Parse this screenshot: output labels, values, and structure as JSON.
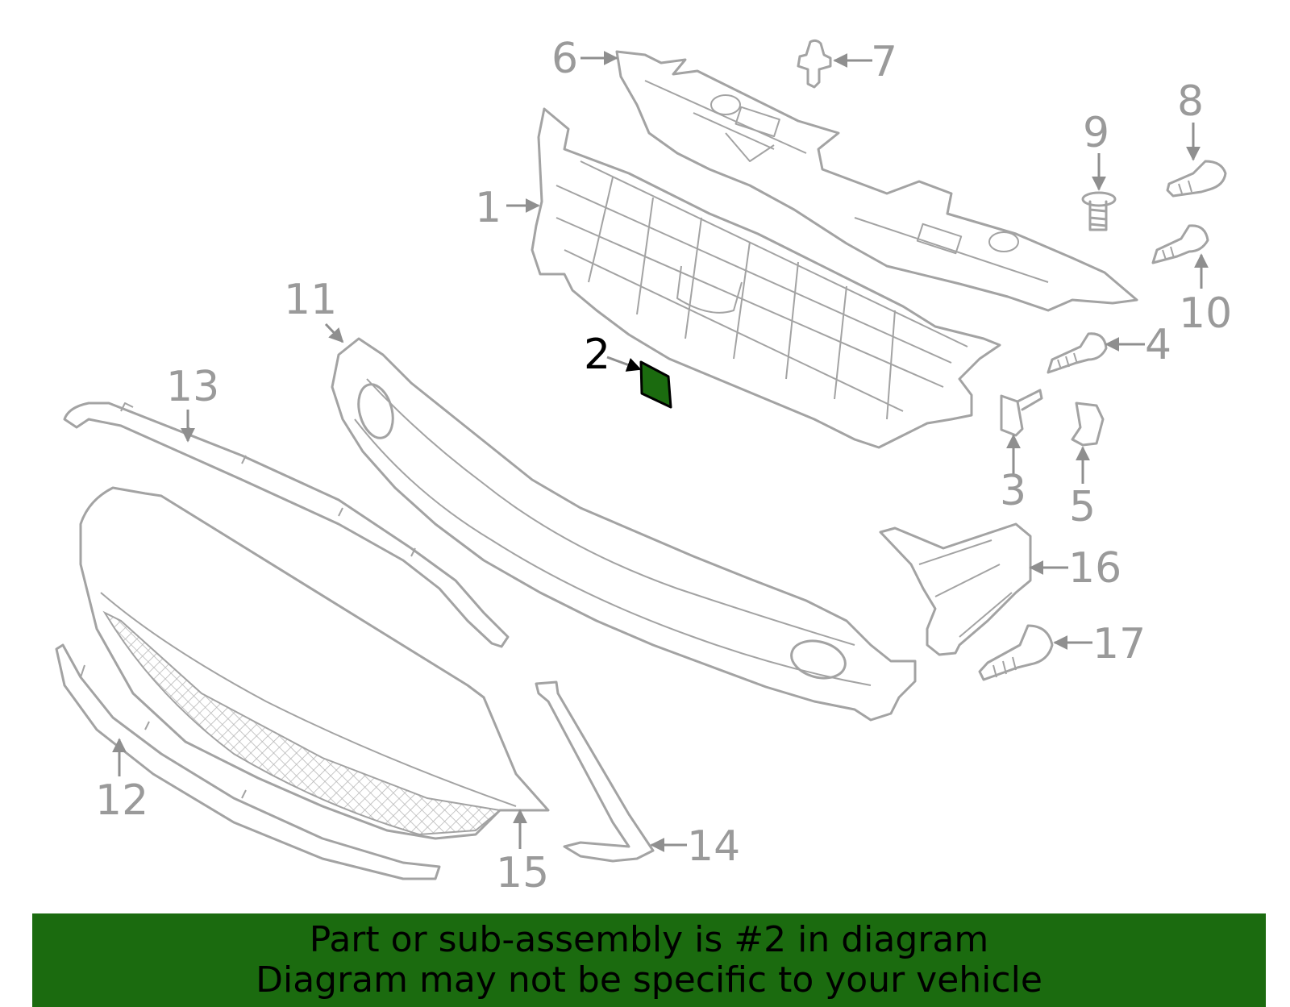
{
  "diagram": {
    "highlight_part": "2",
    "highlight_color": "#1b6b0f",
    "line_color": "#a3a3a3",
    "callouts": [
      {
        "id": "1",
        "label": "1"
      },
      {
        "id": "2",
        "label": "2"
      },
      {
        "id": "3",
        "label": "3"
      },
      {
        "id": "4",
        "label": "4"
      },
      {
        "id": "5",
        "label": "5"
      },
      {
        "id": "6",
        "label": "6"
      },
      {
        "id": "7",
        "label": "7"
      },
      {
        "id": "8",
        "label": "8"
      },
      {
        "id": "9",
        "label": "9"
      },
      {
        "id": "10",
        "label": "10"
      },
      {
        "id": "11",
        "label": "11"
      },
      {
        "id": "12",
        "label": "12"
      },
      {
        "id": "13",
        "label": "13"
      },
      {
        "id": "14",
        "label": "14"
      },
      {
        "id": "15",
        "label": "15"
      },
      {
        "id": "16",
        "label": "16"
      },
      {
        "id": "17",
        "label": "17"
      }
    ]
  },
  "banner": {
    "line1": "Part or sub-assembly is #2 in diagram",
    "line2": "Diagram may not be specific to your vehicle",
    "background": "#1b6b0f"
  }
}
